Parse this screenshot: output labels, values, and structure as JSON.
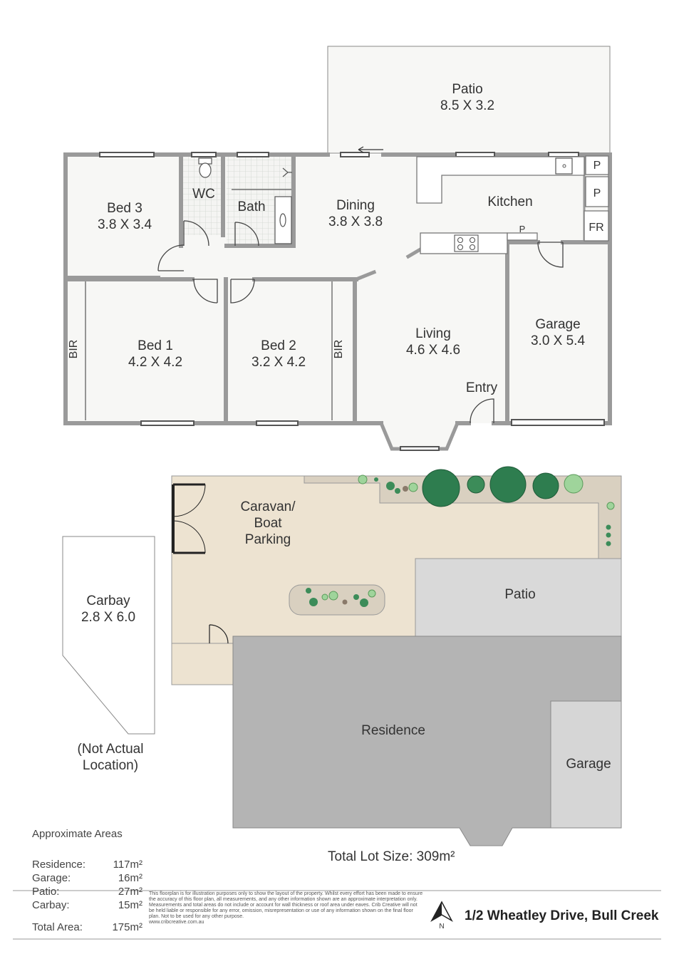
{
  "floor_plan": {
    "rooms": {
      "patio": {
        "name": "Patio",
        "dims": "8.5 X 3.2"
      },
      "bed3": {
        "name": "Bed 3",
        "dims": "3.8 X 3.4"
      },
      "wc": {
        "name": "WC"
      },
      "bath": {
        "name": "Bath"
      },
      "dining": {
        "name": "Dining",
        "dims": "3.8 X 3.8"
      },
      "kitchen": {
        "name": "Kitchen"
      },
      "pantry_1": {
        "name": "P"
      },
      "pantry_2": {
        "name": "P"
      },
      "pantry_3": {
        "name": "P"
      },
      "fridge": {
        "name": "FR"
      },
      "bed1": {
        "name": "Bed 1",
        "dims": "4.2 X 4.2"
      },
      "bed2": {
        "name": "Bed 2",
        "dims": "3.2 X 4.2"
      },
      "bir_1": {
        "name": "BIR"
      },
      "bir_2": {
        "name": "BIR"
      },
      "living": {
        "name": "Living",
        "dims": "4.6 X 4.6"
      },
      "entry": {
        "name": "Entry"
      },
      "garage": {
        "name": "Garage",
        "dims": "3.0 X 5.4"
      }
    }
  },
  "site_plan": {
    "caravan_l1": "Caravan/",
    "caravan_l2": "Boat",
    "caravan_l3": "Parking",
    "patio": "Patio",
    "residence": "Residence",
    "garage": "Garage",
    "carbay_name": "Carbay",
    "carbay_dims": "2.8 X 6.0",
    "not_actual_l1": "(Not Actual",
    "not_actual_l2": "Location)",
    "total_lot": "Total Lot Size: 309m²"
  },
  "areas": {
    "heading": "Approximate Areas",
    "rows": [
      {
        "label": "Residence:",
        "value": "117m²"
      },
      {
        "label": "Garage:",
        "value": "16m²"
      },
      {
        "label": "Patio:",
        "value": "27m²"
      },
      {
        "label": "Carbay:",
        "value": "15m²"
      }
    ],
    "total": {
      "label": "Total Area:",
      "value": "175m²"
    }
  },
  "disclaimer": "This floorplan is for illustration purposes only to show the layout of the property. Whilst every effort has been made to ensure the accuracy of this floor plan, all measurements, and any other information shown are an approximate interpretation only. Measurements and total areas do not include or account for wall thickness or roof area under eaves. Crib Creative will not be held liable or responsible for any error, omission, misrepresentation or use of any information shown on the final floor plan. Not to be used for any other purpose.",
  "website": "www.cribcreative.com.au",
  "north_label": "N",
  "address": "1/2 Wheatley Drive, Bull Creek",
  "colors": {
    "wall": "#9a9a9a",
    "floor": "#f7f7f5",
    "caravan": "#ede3d1",
    "patio_site": "#d9d9d9",
    "residence": "#b4b4b4",
    "garage_site": "#d6d6d6",
    "tree_dark": "#2e7d4f",
    "tree_light": "#9fd49b"
  }
}
